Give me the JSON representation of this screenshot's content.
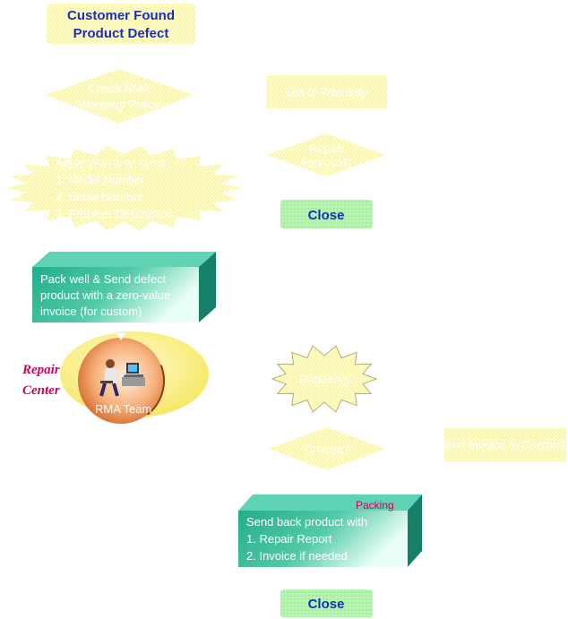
{
  "start_box": {
    "line1": "Customer Found",
    "line2": "Product Defect"
  },
  "left_diamond": {
    "line1": "Check RMA",
    "line2": "Warranty Policy"
  },
  "burst_left": {
    "line1": "Apply Warranty Items",
    "line2": "1. Model Number",
    "line3": "2. Serial Number",
    "line4": "3. Problem Description"
  },
  "right_top_box": {
    "label": "Out of Warranty"
  },
  "right_diamond": {
    "line1": "Repair",
    "line2": "Approval?"
  },
  "close_top": {
    "label": "Close"
  },
  "pack_box": {
    "line1": "Pack well & Send defect",
    "line2": "product with a zero-value",
    "line3": "invoice (for custom)"
  },
  "repair_center": {
    "label_line1": "Repair",
    "label_line2": "Center",
    "caption": "RMA Team"
  },
  "burst_mid": {
    "label": "Repairing"
  },
  "charge_diamond": {
    "label": "Charge?"
  },
  "charge_box": {
    "label": "Send Invoice to Customer"
  },
  "packing_box": {
    "tag": "Packing",
    "line1": "Send back product with",
    "line2": "1. Repair Report",
    "line3": "2. Invoice if needed"
  },
  "close_bottom": {
    "label": "Close"
  },
  "colors": {
    "yellow": "#fffcc0",
    "yellow_dot": "#f3e98c",
    "teal": "#2db795",
    "teal_side": "#17806a",
    "teal_top": "#5fd3b3",
    "close_green": "#a9f2a6",
    "title_blue": "#1a2fb8",
    "crimson": "#d1005a"
  }
}
